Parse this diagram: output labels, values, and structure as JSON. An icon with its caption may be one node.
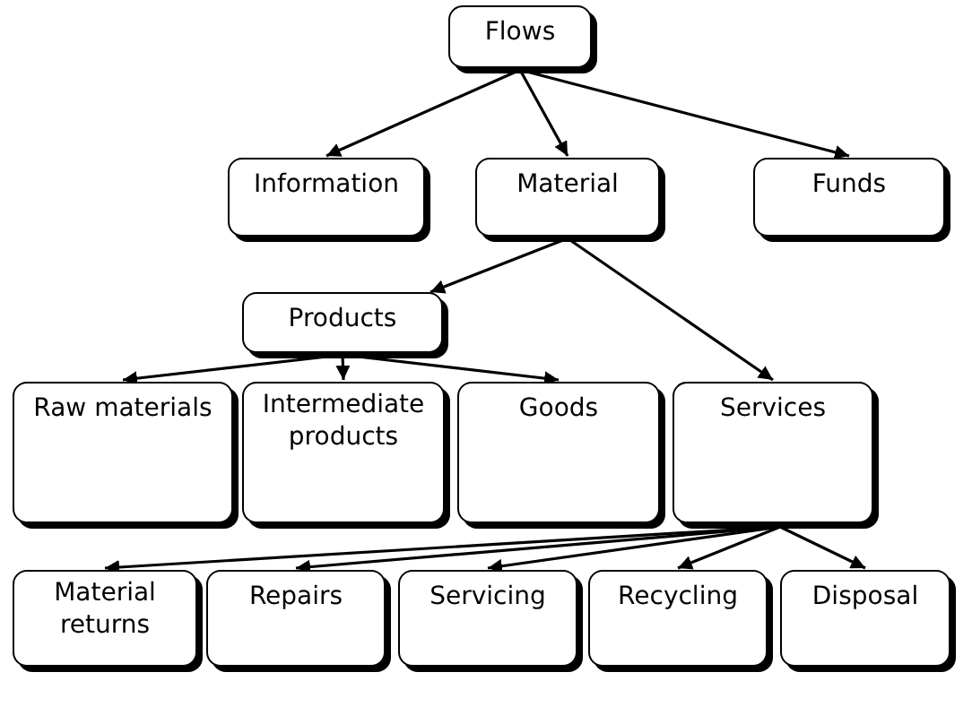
{
  "diagram": {
    "nodes": [
      {
        "text": [
          "Flows"
        ]
      },
      {
        "text": [
          "Information"
        ]
      },
      {
        "text": [
          "Material"
        ]
      },
      {
        "text": [
          "Funds"
        ]
      },
      {
        "text": [
          "Products"
        ]
      },
      {
        "text": [
          "Raw materials"
        ]
      },
      {
        "text": [
          "Intermediate products"
        ]
      },
      {
        "text": [
          "Goods"
        ]
      },
      {
        "text": [
          "Services"
        ]
      },
      {
        "text": [
          "Material returns"
        ]
      },
      {
        "text": [
          "Repairs"
        ]
      },
      {
        "text": [
          "Servicing"
        ]
      },
      {
        "text": [
          "Recycling"
        ]
      },
      {
        "text": [
          "Disposal"
        ]
      }
    ],
    "edges": [
      {
        "from": 0,
        "to": 1,
        "arrow": "to"
      },
      {
        "from": 0,
        "to": 2,
        "arrow": "to"
      },
      {
        "from": 0,
        "to": 3,
        "arrow": "to"
      },
      {
        "from": 2,
        "to": 4,
        "arrow": "to"
      },
      {
        "from": 2,
        "to": 8,
        "arrow": "to"
      },
      {
        "from": 4,
        "to": 5,
        "arrow": "to"
      },
      {
        "from": 4,
        "to": 6,
        "arrow": "to"
      },
      {
        "from": 4,
        "to": 7,
        "arrow": "to"
      },
      {
        "from": 8,
        "to": 9,
        "arrow": "to"
      },
      {
        "from": 8,
        "to": 10,
        "arrow": "to"
      },
      {
        "from": 8,
        "to": 11,
        "arrow": "to"
      },
      {
        "from": 8,
        "to": 12,
        "arrow": "to"
      },
      {
        "from": 8,
        "to": 13,
        "arrow": "to"
      }
    ]
  }
}
